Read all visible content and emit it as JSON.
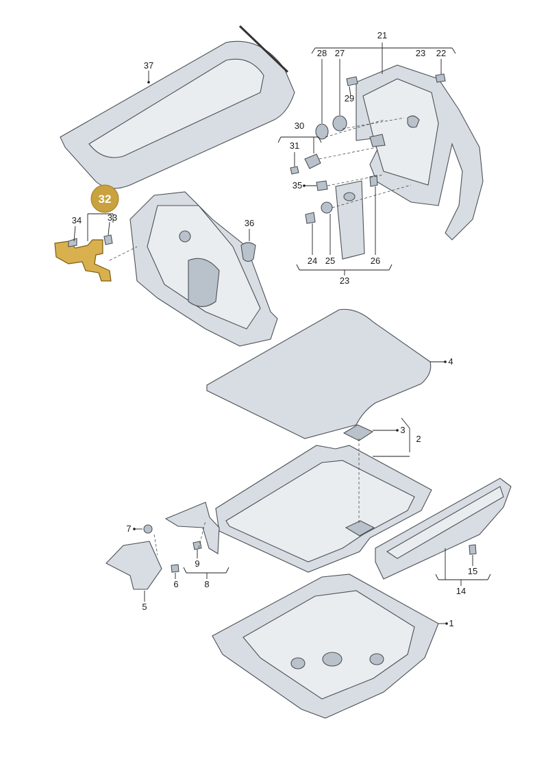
{
  "highlight": {
    "label": "32",
    "color": "#c9a13e"
  },
  "callouts": {
    "c1": "1",
    "c2": "2",
    "c3": "3",
    "c4": "4",
    "c5": "5",
    "c6": "6",
    "c7": "7",
    "c8": "8",
    "c9": "9",
    "c14": "14",
    "c15": "15",
    "c21": "21",
    "c22": "22",
    "c23a": "23",
    "c23b": "23",
    "c24": "24",
    "c25": "25",
    "c26": "26",
    "c27": "27",
    "c28": "28",
    "c29": "29",
    "c30": "30",
    "c31": "31",
    "c33": "33",
    "c34": "34",
    "c35": "35",
    "c36": "36",
    "c37": "37"
  }
}
